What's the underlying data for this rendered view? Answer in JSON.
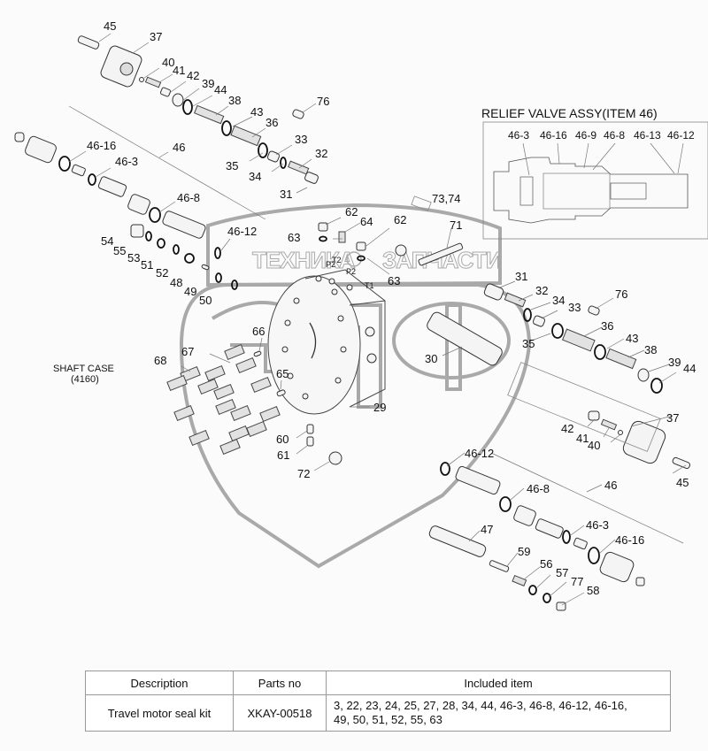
{
  "diagram": {
    "relief_valve_title": "RELIEF VALVE ASSY(ITEM 46)",
    "relief_valve_items": [
      "46-3",
      "46-16",
      "46-9",
      "46-8",
      "46-13",
      "46-12"
    ],
    "shaft_case_label": "SHAFT CASE",
    "shaft_case_number": "(4160)",
    "watermark_text_left": "ТЕХНИКА",
    "watermark_text_right": "ЗАПЧАСТИ",
    "port_labels": {
      "t2": "T2",
      "p2a": "P2",
      "p2b": "P2",
      "t1": "T1"
    },
    "callouts": {
      "c45a": "45",
      "c37a": "37",
      "c40a": "40",
      "c41a": "41",
      "c42a": "42",
      "c39a": "39",
      "c44a": "44",
      "c38a": "38",
      "c43a": "43",
      "c36a": "36",
      "c76a": "76",
      "c33a": "33",
      "c32a": "32",
      "c35a": "35",
      "c34a": "34",
      "c31a": "31",
      "c46a": "46",
      "c4616a": "46-16",
      "c463a": "46-3",
      "c468a": "46-8",
      "c4612a": "46-12",
      "c54": "54",
      "c55": "55",
      "c53": "53",
      "c51": "51",
      "c52": "52",
      "c48": "48",
      "c49": "49",
      "c50": "50",
      "c62a": "62",
      "c64": "64",
      "c62b": "62",
      "c63a": "63",
      "c63b": "63",
      "c7374": "73,74",
      "c71": "71",
      "c31b": "31",
      "c32b": "32",
      "c34b": "34",
      "c33b": "33",
      "c76b": "76",
      "c36b": "36",
      "c35b": "35",
      "c30": "30",
      "c43b": "43",
      "c38b": "38",
      "c39b": "39",
      "c44b": "44",
      "c66": "66",
      "c67": "67",
      "c68": "68",
      "c65": "65",
      "c29": "29",
      "c37b": "37",
      "c42b": "42",
      "c41b": "41",
      "c40b": "40",
      "c45b": "45",
      "c60": "60",
      "c61": "61",
      "c72": "72",
      "c4612b": "46-12",
      "c46b": "46",
      "c468b": "46-8",
      "c47": "47",
      "c463b": "46-3",
      "c4616b": "46-16",
      "c59": "59",
      "c56": "56",
      "c57": "57",
      "c77": "77",
      "c58": "58"
    }
  },
  "table": {
    "headers": [
      "Description",
      "Parts no",
      "Included item"
    ],
    "rows": [
      {
        "description": "Travel motor seal kit",
        "parts_no": "XKAY-00518",
        "included_line1": "3, 22, 23, 24, 25, 27, 28, 34, 44, 46-3, 46-8, 46-12, 46-16,",
        "included_line2": "49, 50, 51, 52, 55, 63"
      }
    ]
  }
}
